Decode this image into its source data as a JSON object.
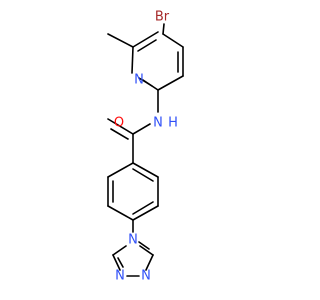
{
  "molecule": {
    "atoms": {
      "br": {
        "label": "Br",
        "color": "#a62929"
      },
      "n_pyridine": {
        "label": "N",
        "color": "#3050f8"
      },
      "n_amide": {
        "label": "N",
        "color": "#3050f8"
      },
      "h_amide": {
        "label": "H",
        "color": "#3050f8"
      },
      "o_carbonyl": {
        "label": "O",
        "color": "#ff0d0d"
      },
      "n_triazole_1": {
        "label": "N",
        "color": "#3050f8"
      },
      "n_triazole_3": {
        "label": "N",
        "color": "#3050f8"
      },
      "n_triazole_4": {
        "label": "N",
        "color": "#3050f8"
      }
    },
    "bond_color": "#000000"
  }
}
